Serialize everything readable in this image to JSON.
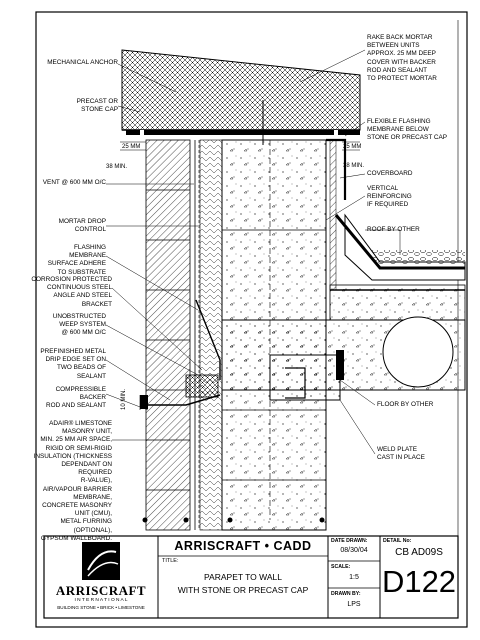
{
  "labels_left": [
    {
      "id": "mechanical-anchor",
      "text": "MECHANICAL ANCHOR"
    },
    {
      "id": "precast-cap",
      "text": "PRECAST OR\nSTONE CAP"
    },
    {
      "id": "vent",
      "text": "VENT @ 600 MM O/C"
    },
    {
      "id": "mortar-drop",
      "text": "MORTAR DROP\nCONTROL"
    },
    {
      "id": "flashing-membrane",
      "text": "FLASHING MEMBRANE\nSURFACE ADHERE\nTO SUBSTRATE"
    },
    {
      "id": "corrosion-angle",
      "text": "CORROSION PROTECTED\nCONTINUOUS STEEL\nANGLE AND STEEL BRACKET"
    },
    {
      "id": "weep-system",
      "text": "UNOBSTRUCTED\nWEEP SYSTEM\n@ 600 MM O/C"
    },
    {
      "id": "drip-edge",
      "text": "PREFINISHED METAL\nDRIP EDGE SET ON\nTWO BEADS OF SEALANT"
    },
    {
      "id": "backer-rod",
      "text": "COMPRESSIBLE BACKER\nROD AND SEALANT"
    },
    {
      "id": "wall-assembly",
      "text": "ADAIR® LIMESTONE\nMASONRY UNIT,\nMIN. 25 MM AIR SPACE,\nRIGID OR SEMI-RIGID\nINSULATION (THICKNESS\nDEPENDANT ON REQUIRED\nR-VALUE),\nAIR/VAPOUR BARRIER\nMEMBRANE,\nCONCRETE MASONRY UNIT (CMU),\nMETAL FURRING (OPTIONAL),\nGYPSUM WALLBOARD."
    }
  ],
  "labels_right": [
    {
      "id": "rake-back-mortar",
      "text": "RAKE BACK MORTAR\nBETWEEN UNITS\nAPPROX. 25 MM DEEP\nCOVER WITH BACKER\nROD AND SEALANT\nTO PROTECT MORTAR"
    },
    {
      "id": "flexible-flashing",
      "text": "FLEXIBLE FLASHING\nMEMBRANE BELOW\nSTONE OR PRECAST CAP"
    },
    {
      "id": "coverboard",
      "text": "COVERBOARD"
    },
    {
      "id": "vertical-reinforcing",
      "text": "VERTICAL\nREINFORCING\nIF REQUIRED"
    },
    {
      "id": "roof-by-other",
      "text": "ROOF BY OTHER"
    },
    {
      "id": "floor-by-other",
      "text": "FLOOR BY OTHER"
    },
    {
      "id": "weld-plate",
      "text": "WELD PLATE\nCAST IN PLACE"
    }
  ],
  "dimensions": {
    "left_25": "25 MM",
    "left_38": "38 MIN.",
    "right_25": "25 MM",
    "right_38": "38 MIN.",
    "vertical_10": "10 MIN."
  },
  "title_block": {
    "company": "ARRISCRAFT • CADD",
    "logo_name": "ARRISCRAFT",
    "logo_sub1": "I N T E R N A T I O N A L",
    "logo_sub2": "BUILDING STONE • BRICK • LIMESTONE",
    "title_label": "TITLE:",
    "title_line1": "PARAPET TO WALL",
    "title_line2": "WITH STONE OR PRECAST CAP",
    "date_label": "DATE DRAWN:",
    "date_value": "08/30/04",
    "scale_label": "SCALE:",
    "scale_value": "1:5",
    "drawn_label": "DRAWN BY:",
    "drawn_value": "LPS",
    "detail_label": "DETAIL No:",
    "detail_code": "CB AD09S",
    "detail_number": "D122"
  }
}
